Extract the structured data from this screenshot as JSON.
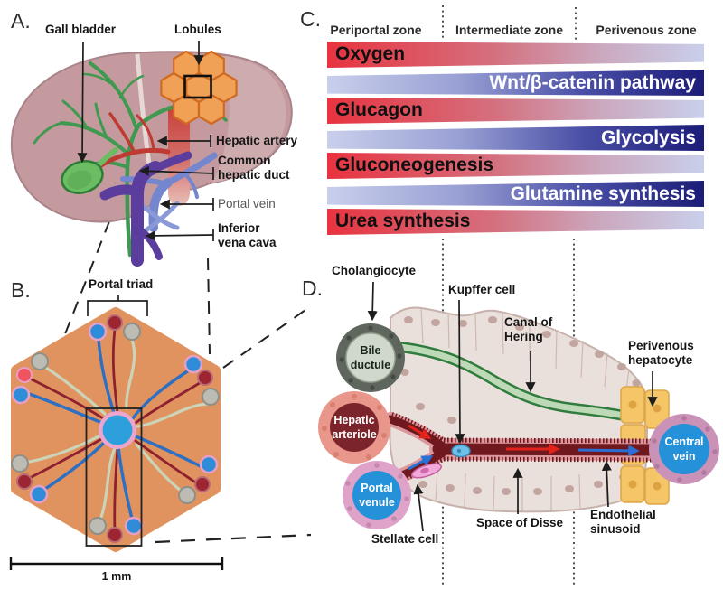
{
  "figure": {
    "panel_a_label": "A.",
    "panel_b_label": "B.",
    "panel_c_label": "C.",
    "panel_d_label": "D."
  },
  "panel_a": {
    "gall_bladder": "Gall bladder",
    "lobules": "Lobules",
    "hepatic_artery": "Hepatic artery",
    "common_hepatic_duct": "Common hepatic duct",
    "portal_vein": "Portal vein",
    "inferior_vena_cava": "Inferior vena cava"
  },
  "panel_b": {
    "portal_triad": "Portal triad",
    "scale_bar": "1 mm"
  },
  "panel_c": {
    "zones": [
      {
        "label": "Periportal zone"
      },
      {
        "label": "Intermediate zone"
      },
      {
        "label": "Perivenous zone"
      }
    ],
    "bars": [
      {
        "label": "Oxygen",
        "gradient": "periportal-to-perivenous",
        "text": "black-left"
      },
      {
        "label": "Wnt/β-catenin pathway",
        "gradient": "perivenous-increasing",
        "text": "white-right"
      },
      {
        "label": "Glucagon",
        "gradient": "periportal-to-perivenous",
        "text": "black-left"
      },
      {
        "label": "Glycolysis",
        "gradient": "perivenous-increasing",
        "text": "white-right"
      },
      {
        "label": "Gluconeogenesis",
        "gradient": "periportal-to-perivenous",
        "text": "black-left"
      },
      {
        "label": "Glutamine synthesis",
        "gradient": "perivenous-increasing",
        "text": "white-right"
      },
      {
        "label": "Urea synthesis",
        "gradient": "periportal-to-perivenous",
        "text": "black-left"
      }
    ],
    "colors": {
      "periportal_start": "#e8333f",
      "periportal_end": "#c9cfeb",
      "perivenous_start": "#c9cfeb",
      "perivenous_end": "#1b1c78"
    }
  },
  "panel_d": {
    "cholangiocyte": "Cholangiocyte",
    "kupffer_cell": "Kupffer cell",
    "canal_of_hering": "Canal of Hering",
    "perivenous_hepatocyte": "Perivenous hepatocyte",
    "stellate_cell": "Stellate cell",
    "space_of_disse": "Space of Disse",
    "endothelial_sinusoid": "Endothelial sinusoid",
    "bile_ductule": "Bile ductule",
    "hepatic_arteriole": "Hepatic arteriole",
    "portal_venule": "Portal venule",
    "central_vein": "Central vein"
  },
  "palette": {
    "lobule_orange": "#e0935f",
    "liver_mauve": "#c49a9e",
    "gall_bladder_green": "#6cbc63",
    "vein_blue": "#2591d9",
    "arteriole_maroon": "#7c242b",
    "sinusoid_dark_red": "#6f191f",
    "canal_green": "#2f7c3e",
    "perivenous_yellow": "#f4c667"
  }
}
